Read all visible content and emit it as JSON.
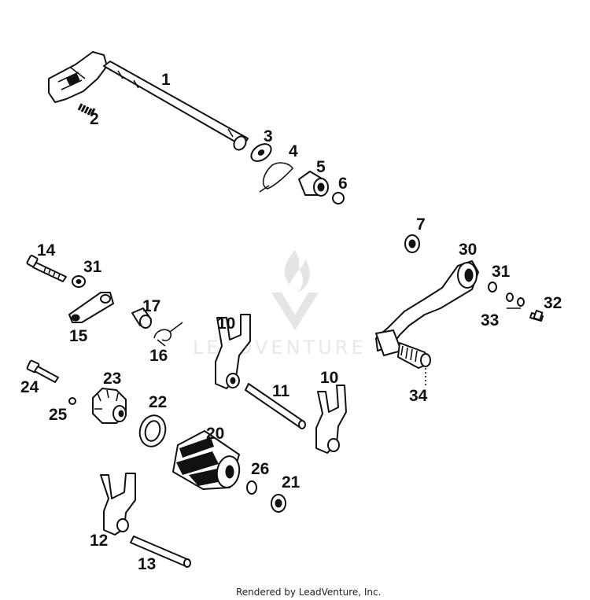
{
  "diagram": {
    "callouts": [
      {
        "id": "1",
        "label": "1"
      },
      {
        "id": "2",
        "label": "2"
      },
      {
        "id": "3",
        "label": "3"
      },
      {
        "id": "4",
        "label": "4"
      },
      {
        "id": "5",
        "label": "5"
      },
      {
        "id": "6",
        "label": "6"
      },
      {
        "id": "7",
        "label": "7"
      },
      {
        "id": "30",
        "label": "30"
      },
      {
        "id": "31b",
        "label": "31"
      },
      {
        "id": "32",
        "label": "32"
      },
      {
        "id": "33",
        "label": "33"
      },
      {
        "id": "34",
        "label": "34"
      },
      {
        "id": "14",
        "label": "14"
      },
      {
        "id": "31a",
        "label": "31"
      },
      {
        "id": "15",
        "label": "15"
      },
      {
        "id": "17",
        "label": "17"
      },
      {
        "id": "16",
        "label": "16"
      },
      {
        "id": "10a",
        "label": "10"
      },
      {
        "id": "10b",
        "label": "10"
      },
      {
        "id": "11",
        "label": "11"
      },
      {
        "id": "24",
        "label": "24"
      },
      {
        "id": "23",
        "label": "23"
      },
      {
        "id": "25",
        "label": "25"
      },
      {
        "id": "22",
        "label": "22"
      },
      {
        "id": "20",
        "label": "20"
      },
      {
        "id": "26",
        "label": "26"
      },
      {
        "id": "21",
        "label": "21"
      },
      {
        "id": "12",
        "label": "12"
      },
      {
        "id": "13",
        "label": "13"
      }
    ],
    "watermark": "LEADVENTURE",
    "footer": "Rendered by LeadVenture, Inc."
  }
}
